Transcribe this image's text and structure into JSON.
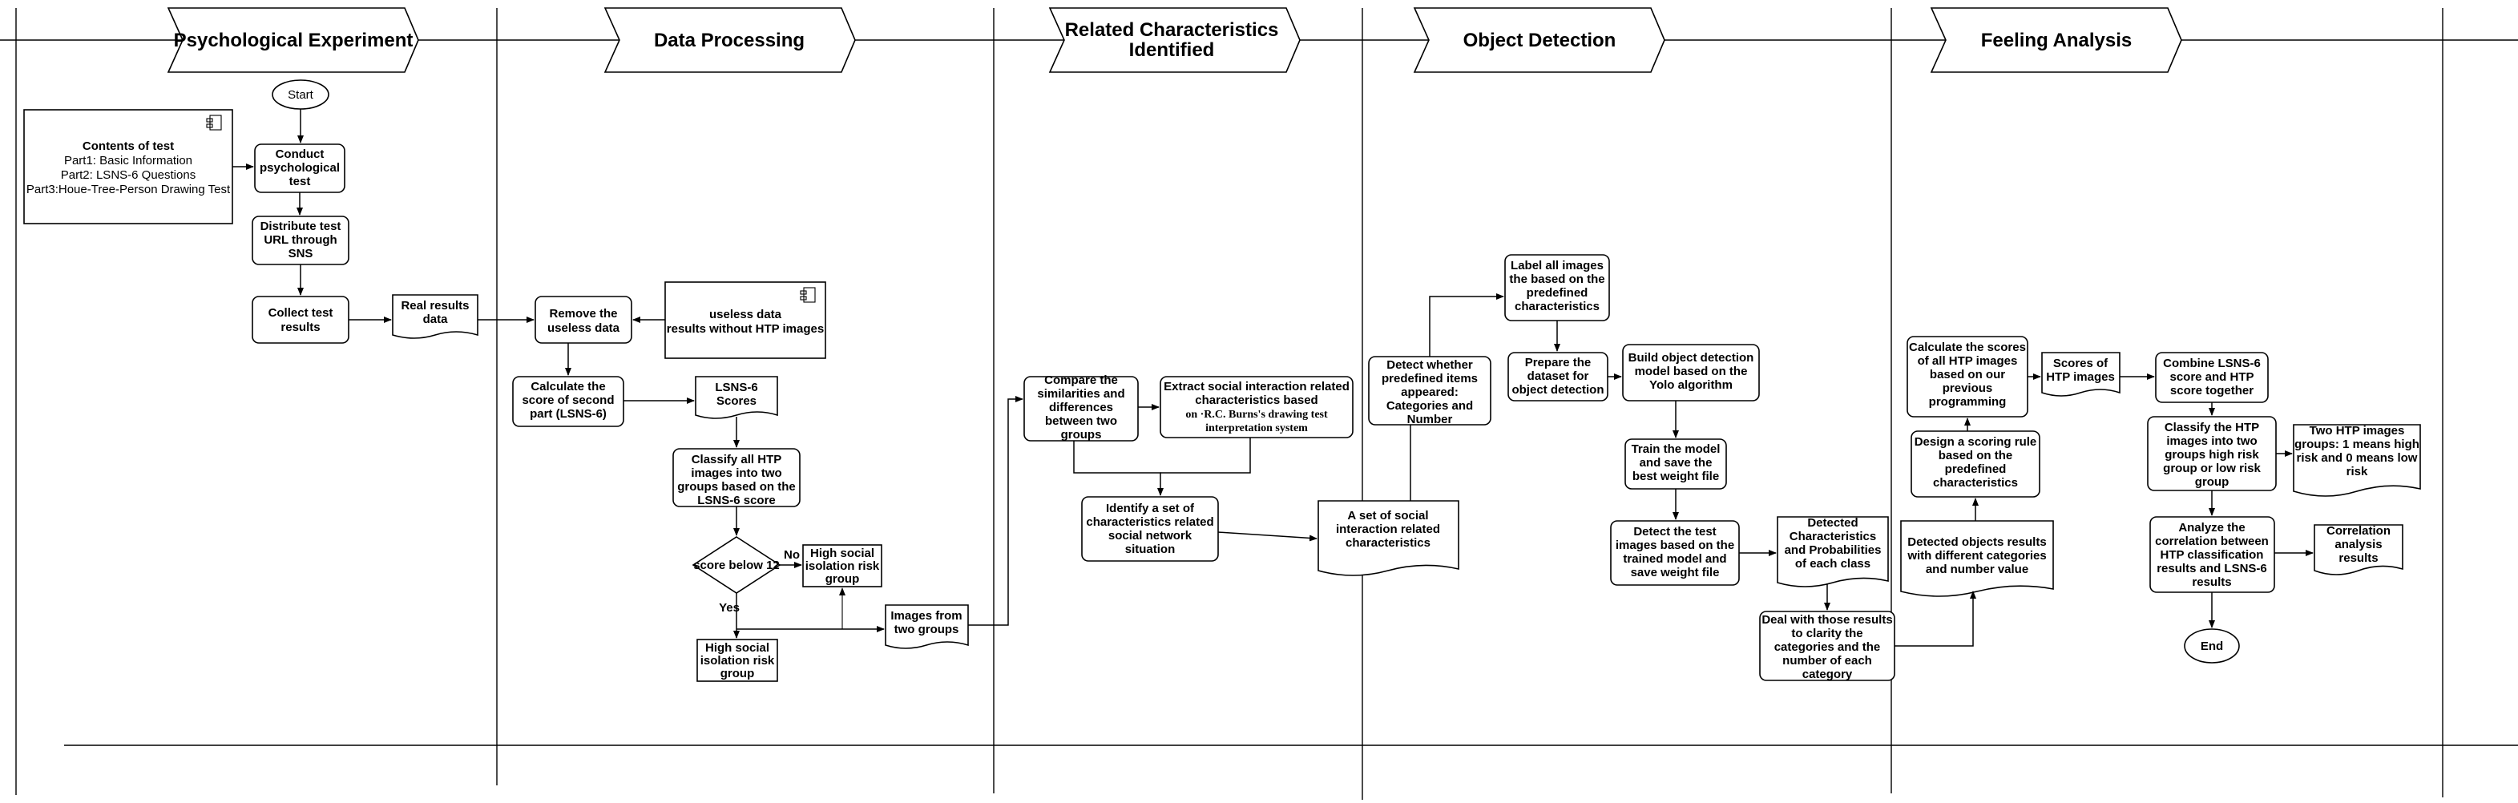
{
  "stages": [
    "Psychological Experiment",
    "Data Processing",
    "Related Characteristics",
    "Identified",
    "Object Detection",
    "Feeling Analysis"
  ],
  "nodes": {
    "start": "Start",
    "contents_title": "Contents of test",
    "contents_1": "Part1: Basic Information",
    "contents_2": "Part2: LSNS-6 Questions",
    "contents_3": "Part3:Houe-Tree-Person Drawing Test",
    "conduct": [
      "Conduct",
      "psychological",
      "test"
    ],
    "distribute": [
      "Distribute test",
      "URL  through",
      "SNS"
    ],
    "collect": [
      "Collect test",
      "results"
    ],
    "real_results": [
      "Real results",
      "data"
    ],
    "remove": [
      "Remove the",
      "useless data"
    ],
    "useless": [
      "useless data",
      "results without HTP images"
    ],
    "calc_second": [
      "Calculate the",
      "score of  second",
      "part (LSNS-6)"
    ],
    "lsns_scores": [
      "LSNS-6",
      "Scores"
    ],
    "classify_two": [
      "Classify all HTP",
      "images into two",
      "groups based on the",
      "LSNS-6 score"
    ],
    "decision": "score below 12",
    "no_label": "No",
    "yes_label": "Yes",
    "high_risk_right": [
      "High social",
      "isolation risk",
      "group"
    ],
    "high_risk_bottom": [
      "High social",
      "isolation risk",
      "group"
    ],
    "images_two": [
      "Images from",
      "two groups"
    ],
    "compare": [
      "Compare the",
      "similarities and",
      "differences",
      "between two",
      "groups"
    ],
    "extract": [
      "Extract social interaction related",
      "characteristics based"
    ],
    "extract_serif": "on ·R.C. Burns's drawing test",
    "extract_serif2": "interpretation system",
    "identify": [
      "Identify a set of",
      "characteristics related",
      "social network",
      "situation"
    ],
    "social_set": [
      "A set of social",
      "interaction related",
      "characteristics"
    ],
    "detect_items": [
      "Detect whether",
      "predefined items",
      "appeared:",
      "Categories and",
      "Number"
    ],
    "label_images": [
      "Label  all images",
      "the based on the",
      "predefined",
      "characteristics"
    ],
    "prepare": [
      "Prepare the",
      "dataset for",
      "object detection"
    ],
    "build": [
      "Build object detection",
      "model based on the",
      "Yolo algorithm"
    ],
    "train": [
      "Train the model",
      "and save the",
      "best weight file"
    ],
    "detect_test": [
      "Detect the test",
      "images based on the",
      "trained model and",
      "save weight file"
    ],
    "detected_chars": [
      "Detected",
      "Characteristics",
      "and Probabilities",
      "of each class"
    ],
    "deal": [
      "Deal with those results",
      "to clarity the",
      "categories and the",
      "number of each",
      "category"
    ],
    "detected_objects": [
      "Detected objects results",
      "with different  categories",
      "and number value"
    ],
    "design": [
      "Design a scoring rule",
      "based on the",
      "predefined",
      "characteristics"
    ],
    "calc_scores": [
      "Calculate the scores",
      "of all HTP images",
      "based on our",
      "previous",
      "programming"
    ],
    "scores_htp": [
      "Scores of",
      "HTP images"
    ],
    "combine": [
      "Combine  LSNS-6",
      "score and HTP",
      "score together"
    ],
    "classify_htp": [
      "Classify the HTP",
      "images into two",
      "groups high risk",
      "group or low risk",
      "group"
    ],
    "two_groups": [
      "Two HTP images",
      "groups: 1 means high",
      "risk and 0 means low",
      "risk"
    ],
    "analyze": [
      "Analyze the",
      "correlation between",
      "HTP classification",
      "results and LSNS-6",
      "results"
    ],
    "correlation": [
      "Correlation",
      "analysis",
      "results"
    ],
    "end": "End"
  }
}
